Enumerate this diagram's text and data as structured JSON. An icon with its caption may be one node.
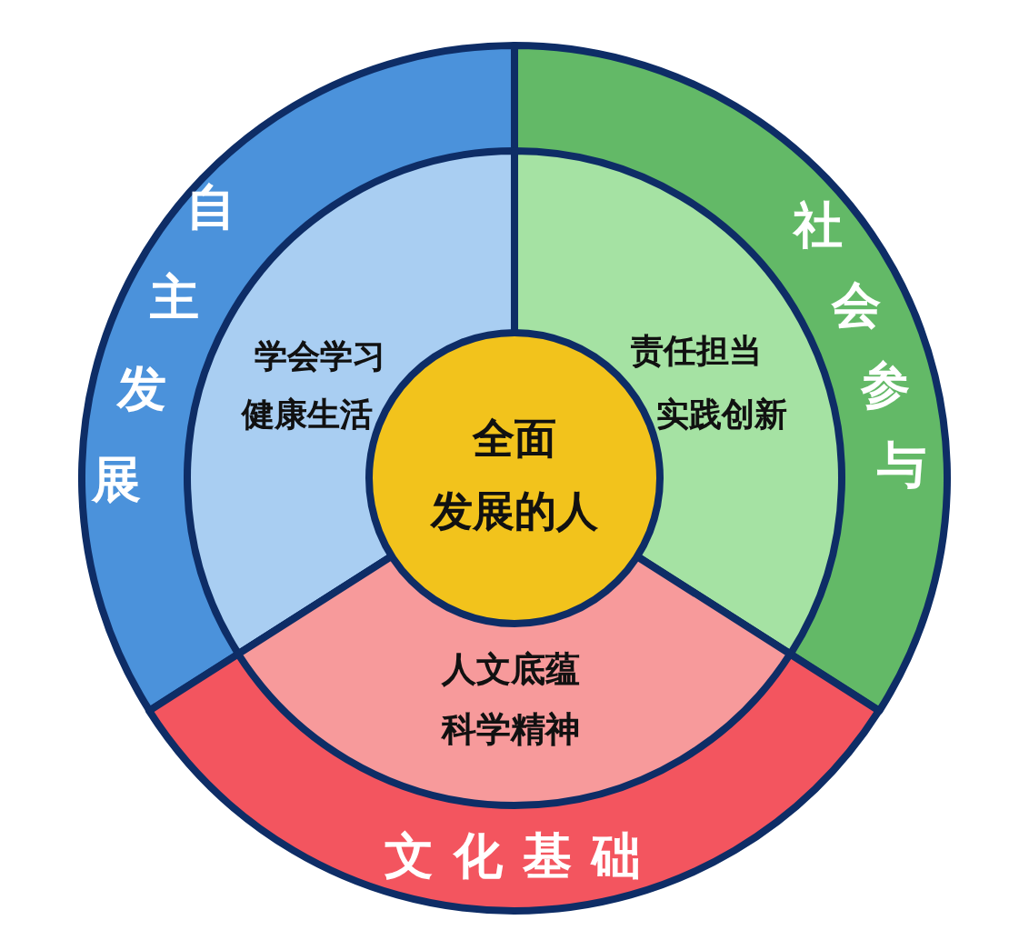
{
  "diagram": {
    "nodes": [
      {
        "text": [
          "自主发展"
        ]
      },
      {
        "text": [
          "学会学习",
          "健康生活"
        ],
        "in": 0
      },
      {
        "text": [
          "社会参与"
        ]
      },
      {
        "text": [
          "责任担当",
          "实践创新"
        ],
        "in": 2
      },
      {
        "text": [
          "全面发展的人"
        ]
      },
      {
        "text": [
          "文化基础"
        ]
      },
      {
        "text": [
          "人文底蕴",
          "科学精神"
        ],
        "in": 5
      }
    ]
  }
}
